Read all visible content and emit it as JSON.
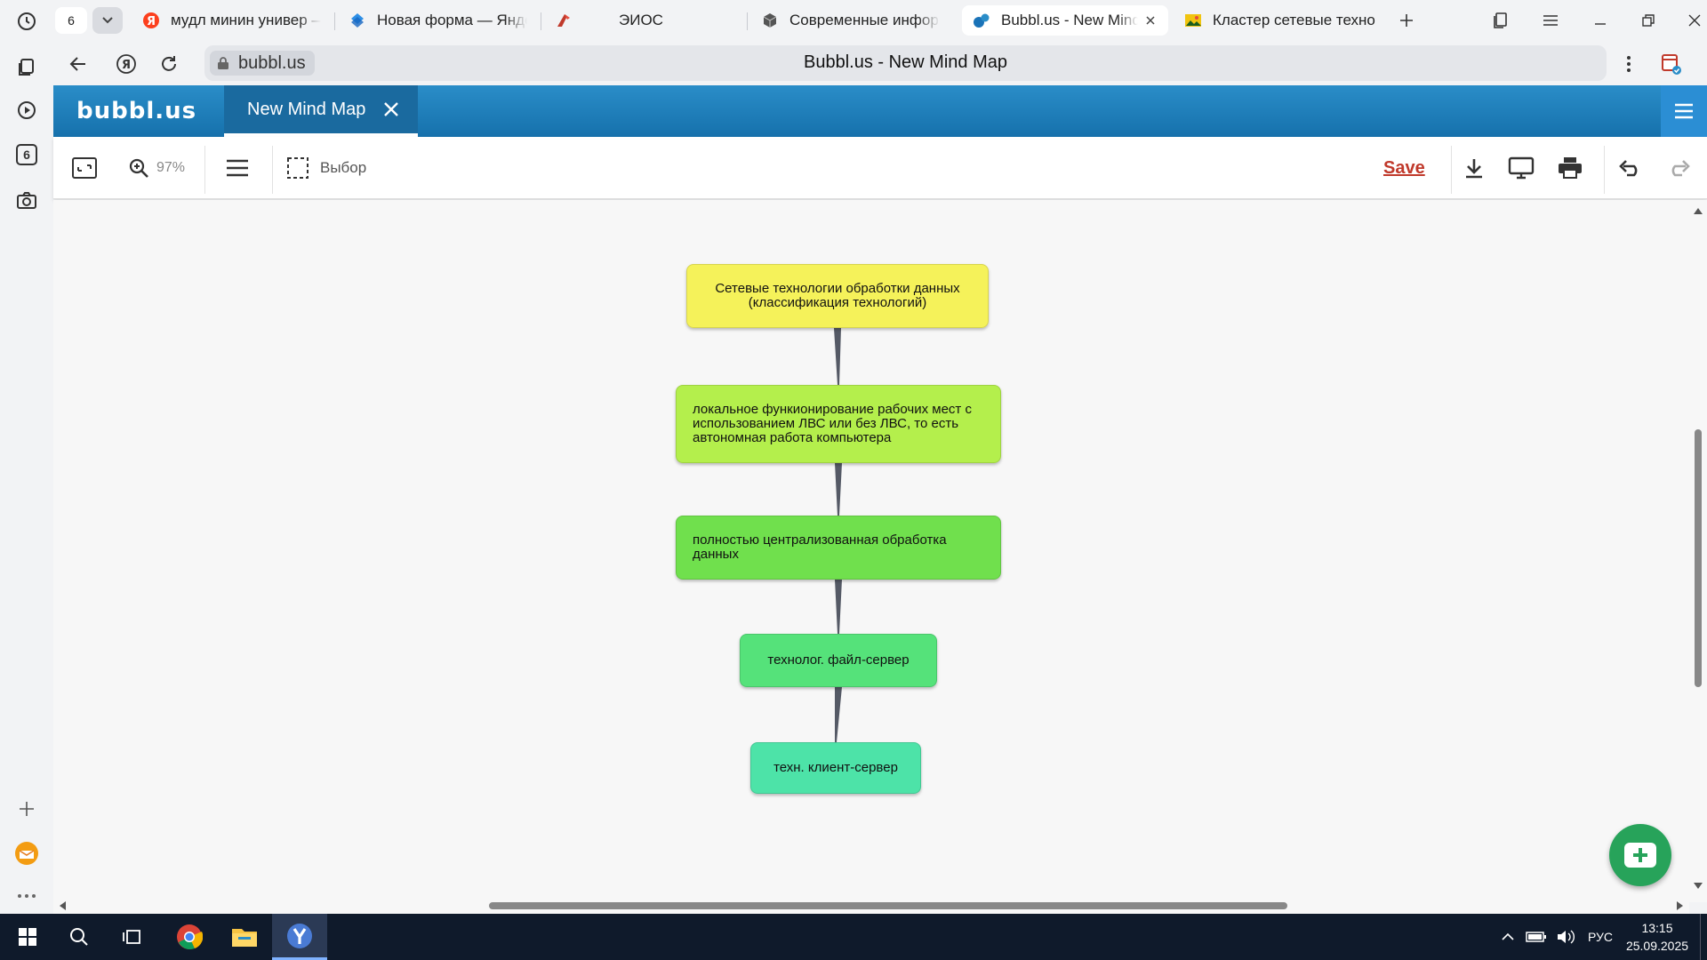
{
  "browser": {
    "tab_count": "6",
    "tabs": [
      {
        "label": "мудл минин универ — Я"
      },
      {
        "label": "Новая форма — Яндекс"
      },
      {
        "label": "ЭИОС"
      },
      {
        "label": "Современные информац"
      },
      {
        "label": "Bubbl.us - New Mind"
      },
      {
        "label": "Кластер сетевые техно"
      }
    ],
    "url": "bubbl.us",
    "page_title": "Bubbl.us - New Mind Map"
  },
  "sidebar": {
    "badge": "6"
  },
  "app": {
    "logo": "bubbl.us",
    "map_tab_label": "New Mind Map"
  },
  "toolbar": {
    "zoom_label": "97%",
    "select_label": "Выбор",
    "save_label": "Save"
  },
  "mindmap": {
    "nodes": [
      {
        "text": "Сетевые технологии обработки данных (классификация технологий)",
        "color": "#f5f25a"
      },
      {
        "text": "локальное функионирование рабочих мест с использованием ЛВС или без ЛВС, то есть автономная работа компьютера",
        "color": "#b4ef4c"
      },
      {
        "text": "полностью централизованная обработка данных",
        "color": "#70e04d"
      },
      {
        "text": "технолог. файл-сервер",
        "color": "#55e27a"
      },
      {
        "text": "техн. клиент-сервер",
        "color": "#4de3a8"
      }
    ],
    "connector_color": "#555a66"
  },
  "taskbar": {
    "lang": "РУС",
    "time": "13:15",
    "date": "25.09.2025"
  }
}
